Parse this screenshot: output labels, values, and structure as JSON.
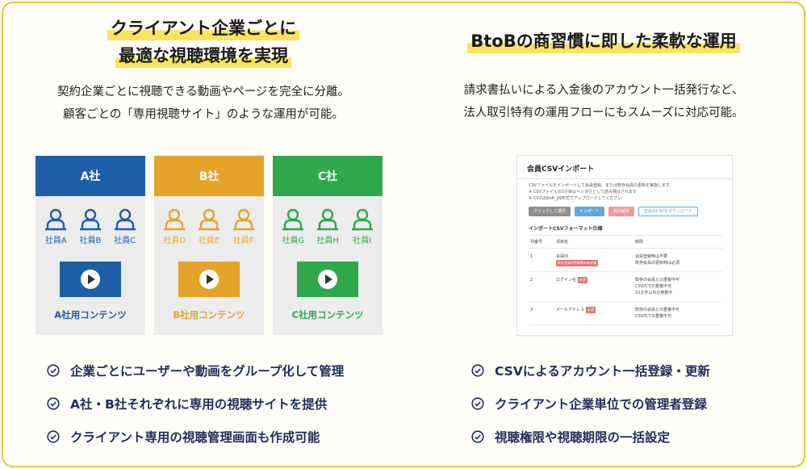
{
  "left": {
    "title_lines": [
      "クライアント企業ごとに",
      "最適な視聴環境を実現"
    ],
    "desc_lines": [
      "契約企業ごとに視聴できる動画やページを完全に分離。",
      "顧客ごとの「専用視聴サイト」のような運用が可能。"
    ],
    "companies": [
      {
        "name": "A社",
        "color": "#1f5fa8",
        "users": [
          "社員A",
          "社員B",
          "社員C"
        ],
        "content": "A社用コンテンツ"
      },
      {
        "name": "B社",
        "color": "#e5a32a",
        "users": [
          "社員D",
          "社員E",
          "社員F"
        ],
        "content": "B社用コンテンツ"
      },
      {
        "name": "C社",
        "color": "#2ea84a",
        "users": [
          "社員G",
          "社員H",
          "社員I"
        ],
        "content": "C社用コンテンツ"
      }
    ],
    "checks": [
      "企業ごとにユーザーや動画をグループ化して管理",
      "A社・B社それぞれに専用の視聴サイトを提供",
      "クライアント専用の視聴管理画面も作成可能"
    ]
  },
  "right": {
    "title": "BtoBの商習慣に即した柔軟な運用",
    "desc_lines": [
      "請求書払いによる入金後のアカウント一括発行など、",
      "法人取引特有の運用フローにもスムーズに対応可能。"
    ],
    "csv": {
      "title": "会員CSVインポート",
      "notes": [
        "CSVファイルをインポートして会員登録、または既存会員の更新を実施します",
        "※ CSVファイルの1行目はヘッダ行として読み飛ばされます",
        "※ CSVはShift_JIS形式でアップロードしてください"
      ],
      "buttons": [
        "クリックして選択",
        "インポート",
        "選択解除",
        "空白のCSVをダウンロード"
      ],
      "section": "インポートCSVフォーマット仕様",
      "headers": [
        "列番号",
        "項目名",
        "制限"
      ],
      "rows": [
        {
          "no": "1",
          "name": "会員ID",
          "tag": "既存会員の更新時のみ必須",
          "limits": [
            "会員登録時は不要",
            "既存会員の更新時は必須"
          ]
        },
        {
          "no": "2",
          "name": "ログイン名",
          "tag": "必須",
          "limits": [
            "既存の会員との重複不可",
            "CSV内での重複不可",
            "10文字以内の英数字"
          ]
        },
        {
          "no": "3",
          "name": "メールアドレス",
          "tag": "必須",
          "limits": [
            "既存の会員との重複不可",
            "CSV内での重複不可"
          ]
        }
      ]
    },
    "checks": [
      "CSVによるアカウント一括登録・更新",
      "クライアント企業単位での管理者登録",
      "視聴権限や視聴期限の一括設定"
    ]
  },
  "colors": {
    "border": "#f4c430",
    "highlight": "#fbe35a",
    "check_text": "#1f2d5c"
  }
}
